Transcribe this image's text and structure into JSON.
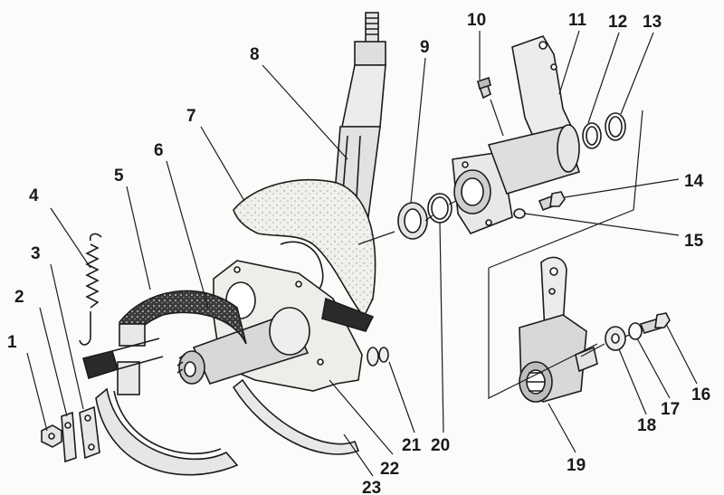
{
  "diagram": {
    "kind": "exploded-assembly",
    "callouts": [
      "1",
      "2",
      "3",
      "4",
      "5",
      "6",
      "7",
      "8",
      "9",
      "10",
      "11",
      "12",
      "13",
      "14",
      "15",
      "16",
      "17",
      "18",
      "19",
      "20",
      "21",
      "22",
      "23"
    ]
  }
}
